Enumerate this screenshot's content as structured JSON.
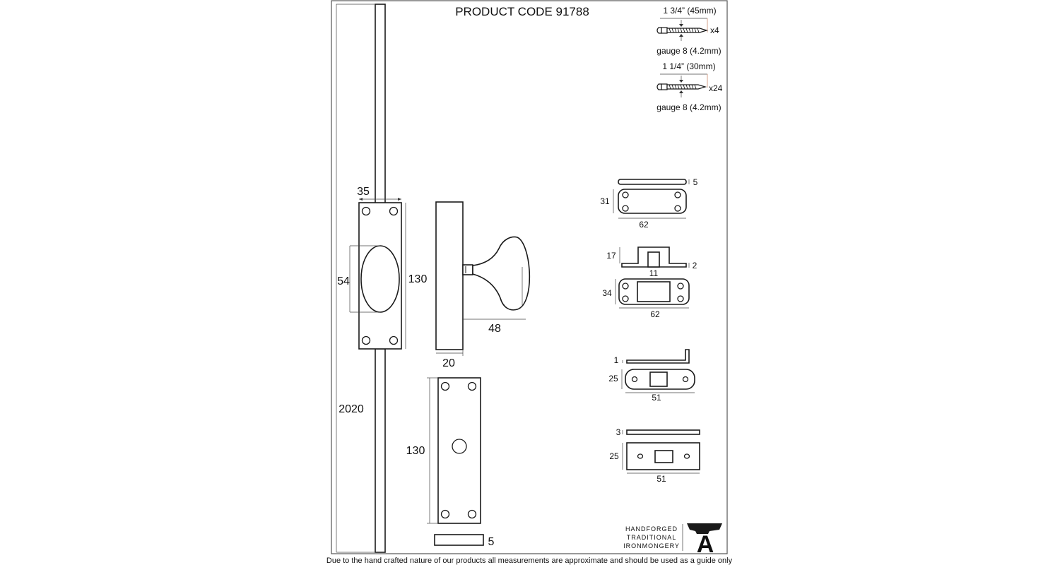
{
  "header": {
    "product_code": "PRODUCT CODE 91788"
  },
  "screws": [
    {
      "length": "1 3/4” (45mm)",
      "qty": "x4",
      "gauge": "gauge 8 (4.2mm)"
    },
    {
      "length": "1 1/4” (30mm)",
      "qty": "x24",
      "gauge": "gauge 8 (4.2mm)"
    }
  ],
  "espag": {
    "backplate_width": "35",
    "knob_height": "54",
    "backplate_height": "130",
    "rod_length": "2020"
  },
  "side_view": {
    "projection": "48",
    "depth": "20"
  },
  "lower_plate": {
    "height": "130",
    "thickness": "5"
  },
  "keep_a": {
    "thickness": "5",
    "height": "31",
    "width": "62"
  },
  "keep_b": {
    "height": "17",
    "flange": "2",
    "slot": "11",
    "plate_height": "34",
    "width": "62"
  },
  "keep_c": {
    "thickness": "1",
    "height": "25",
    "width": "51"
  },
  "keep_d": {
    "thickness": "3",
    "height": "25",
    "width": "51"
  },
  "logo": {
    "line1": "HANDFORGED",
    "line2": "TRADITIONAL",
    "line3": "IRONMONGERY",
    "mark": "A"
  },
  "footer": {
    "disclaimer": "Due to the hand crafted nature of our products all measurements are approximate and should be used as a guide only"
  },
  "colors": {
    "border": "#555555",
    "ink": "#1a1a1a",
    "accent": "#d4a08a"
  }
}
